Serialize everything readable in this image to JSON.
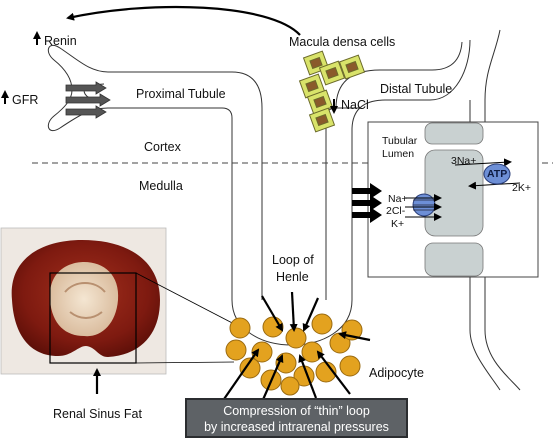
{
  "labels": {
    "renin": "Renin",
    "gfr": "GFR",
    "macula_densa": "Macula densa cells",
    "proximal_tubule": "Proximal Tubule",
    "distal_tubule": "Distal Tubule",
    "nacl": "NaCl",
    "cortex": "Cortex",
    "medulla": "Medulla",
    "tubular_lumen_line1": "Tubular",
    "tubular_lumen_line2": "Lumen",
    "na3": "3Na+",
    "atp": "ATP",
    "k2": "2K+",
    "na": "Na+",
    "cl2": "2Cl-",
    "k": "K+",
    "loop_line1": "Loop of",
    "loop_line2": "Henle",
    "adipocyte": "Adipocyte",
    "renal_sinus_fat": "Renal Sinus Fat",
    "caption_line1": "Compression of “thin” loop",
    "caption_line2": "by increased intrarenal pressures"
  },
  "arrows": {
    "renin_direction": "up",
    "gfr_direction": "up",
    "nacl_direction": "down"
  },
  "colors": {
    "kidney": "#8b1e12",
    "kidney_fat": "#e9d6bf",
    "adipocyte": "#e3a21f",
    "macula_cell": "#d9e36a",
    "cell_box": "#c9d1d1",
    "caption_bg": "#5e6266",
    "atp": "#6d8fd6",
    "cotransporter": "#6d8fd6"
  }
}
